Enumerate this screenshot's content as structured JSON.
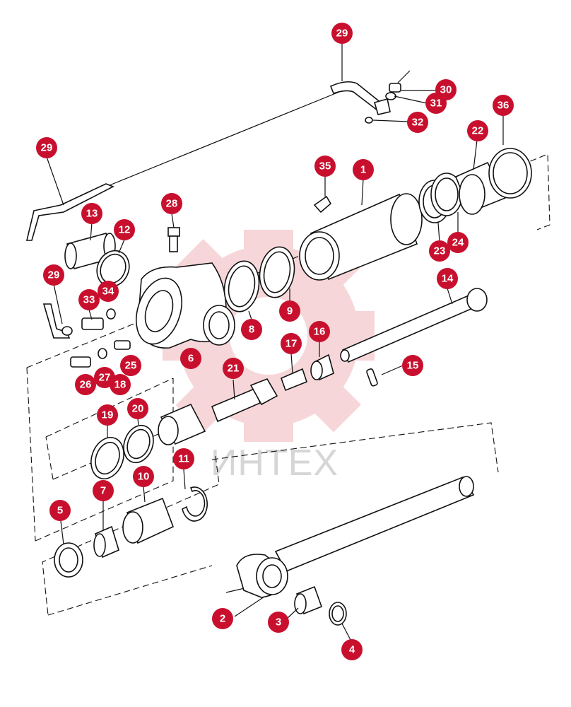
{
  "watermark": {
    "text": "ИНТЕХ",
    "gear_color": "#f3c9cc"
  },
  "label_color": "#c8102e",
  "callouts": [
    {
      "id": "c29a",
      "text": "29"
    },
    {
      "id": "c30",
      "text": "30"
    },
    {
      "id": "c31",
      "text": "31"
    },
    {
      "id": "c32",
      "text": "32"
    },
    {
      "id": "c36",
      "text": "36"
    },
    {
      "id": "c22",
      "text": "22"
    },
    {
      "id": "c29b",
      "text": "29"
    },
    {
      "id": "c35",
      "text": "35"
    },
    {
      "id": "c1",
      "text": "1"
    },
    {
      "id": "c28",
      "text": "28"
    },
    {
      "id": "c13",
      "text": "13"
    },
    {
      "id": "c12",
      "text": "12"
    },
    {
      "id": "c24",
      "text": "24"
    },
    {
      "id": "c23",
      "text": "23"
    },
    {
      "id": "c29c",
      "text": "29"
    },
    {
      "id": "c14",
      "text": "14"
    },
    {
      "id": "c33",
      "text": "33"
    },
    {
      "id": "c34",
      "text": "34"
    },
    {
      "id": "c9",
      "text": "9"
    },
    {
      "id": "c8",
      "text": "8"
    },
    {
      "id": "c16",
      "text": "16"
    },
    {
      "id": "c17",
      "text": "17"
    },
    {
      "id": "c6",
      "text": "6"
    },
    {
      "id": "c25",
      "text": "25"
    },
    {
      "id": "c15",
      "text": "15"
    },
    {
      "id": "c21",
      "text": "21"
    },
    {
      "id": "c26",
      "text": "26"
    },
    {
      "id": "c27",
      "text": "27"
    },
    {
      "id": "c18",
      "text": "18"
    },
    {
      "id": "c20",
      "text": "20"
    },
    {
      "id": "c19",
      "text": "19"
    },
    {
      "id": "c11",
      "text": "11"
    },
    {
      "id": "c10",
      "text": "10"
    },
    {
      "id": "c7",
      "text": "7"
    },
    {
      "id": "c5",
      "text": "5"
    },
    {
      "id": "c2",
      "text": "2"
    },
    {
      "id": "c3",
      "text": "3"
    },
    {
      "id": "c4",
      "text": "4"
    }
  ]
}
